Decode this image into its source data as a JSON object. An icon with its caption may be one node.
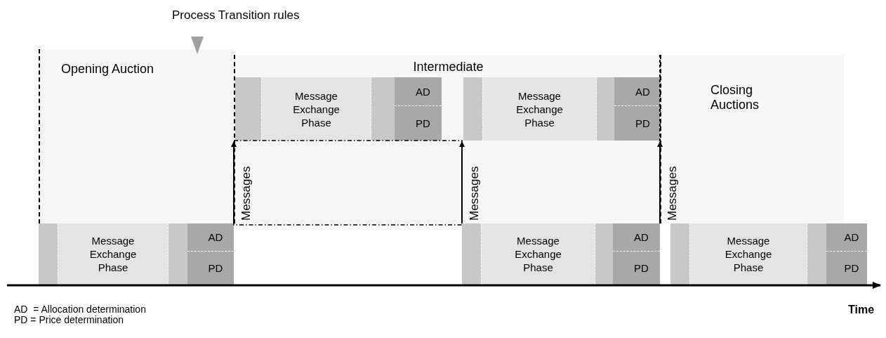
{
  "diagram": {
    "nodes": [
      {
        "text": [
          "Opening Auction"
        ]
      },
      {
        "text": [
          "Intermediate"
        ]
      },
      {
        "text": [],
        "shape": "box",
        "in": 1
      },
      {
        "text": [
          "Message Exchange Phase"
        ],
        "in": 2
      },
      {
        "text": [
          "AD"
        ],
        "in": 2
      },
      {
        "text": [
          "PD"
        ],
        "in": 2
      },
      {
        "text": [],
        "shape": "box",
        "in": 1
      },
      {
        "text": [
          "Message Exchange Phase"
        ],
        "in": 6
      },
      {
        "text": [
          "AD"
        ],
        "in": 6
      },
      {
        "text": [
          "PD"
        ],
        "in": 6
      },
      {
        "text": [
          "Closing Auctions"
        ]
      },
      {
        "text": [],
        "shape": "box"
      },
      {
        "text": [
          "Message Exchange Phase"
        ],
        "in": 11
      },
      {
        "text": [
          "AD"
        ],
        "in": 11
      },
      {
        "text": [
          "PD"
        ],
        "in": 11
      },
      {
        "text": [],
        "shape": "box"
      },
      {
        "text": [
          "Message Exchange Phase"
        ],
        "in": 15
      },
      {
        "text": [
          "AD"
        ],
        "in": 15
      },
      {
        "text": [
          "PD"
        ],
        "in": 15
      },
      {
        "text": [],
        "shape": "box"
      },
      {
        "text": [
          "Message Exchange Phase"
        ],
        "in": 19
      },
      {
        "text": [
          "AD"
        ],
        "in": 19
      },
      {
        "text": [
          "PD"
        ],
        "in": 19
      }
    ],
    "edges": [
      {
        "from": 11,
        "to": 2,
        "arrow": "to",
        "label": "Messages"
      },
      {
        "from": 15,
        "to": 6,
        "arrow": "to",
        "label": "Messages"
      },
      {
        "from": 15,
        "to": 6,
        "arrow": "to",
        "label": "Messages"
      }
    ],
    "labels": [
      "Process Transition rules",
      "AD  = Allocation determination",
      "PD = Price determination",
      "Time"
    ]
  }
}
